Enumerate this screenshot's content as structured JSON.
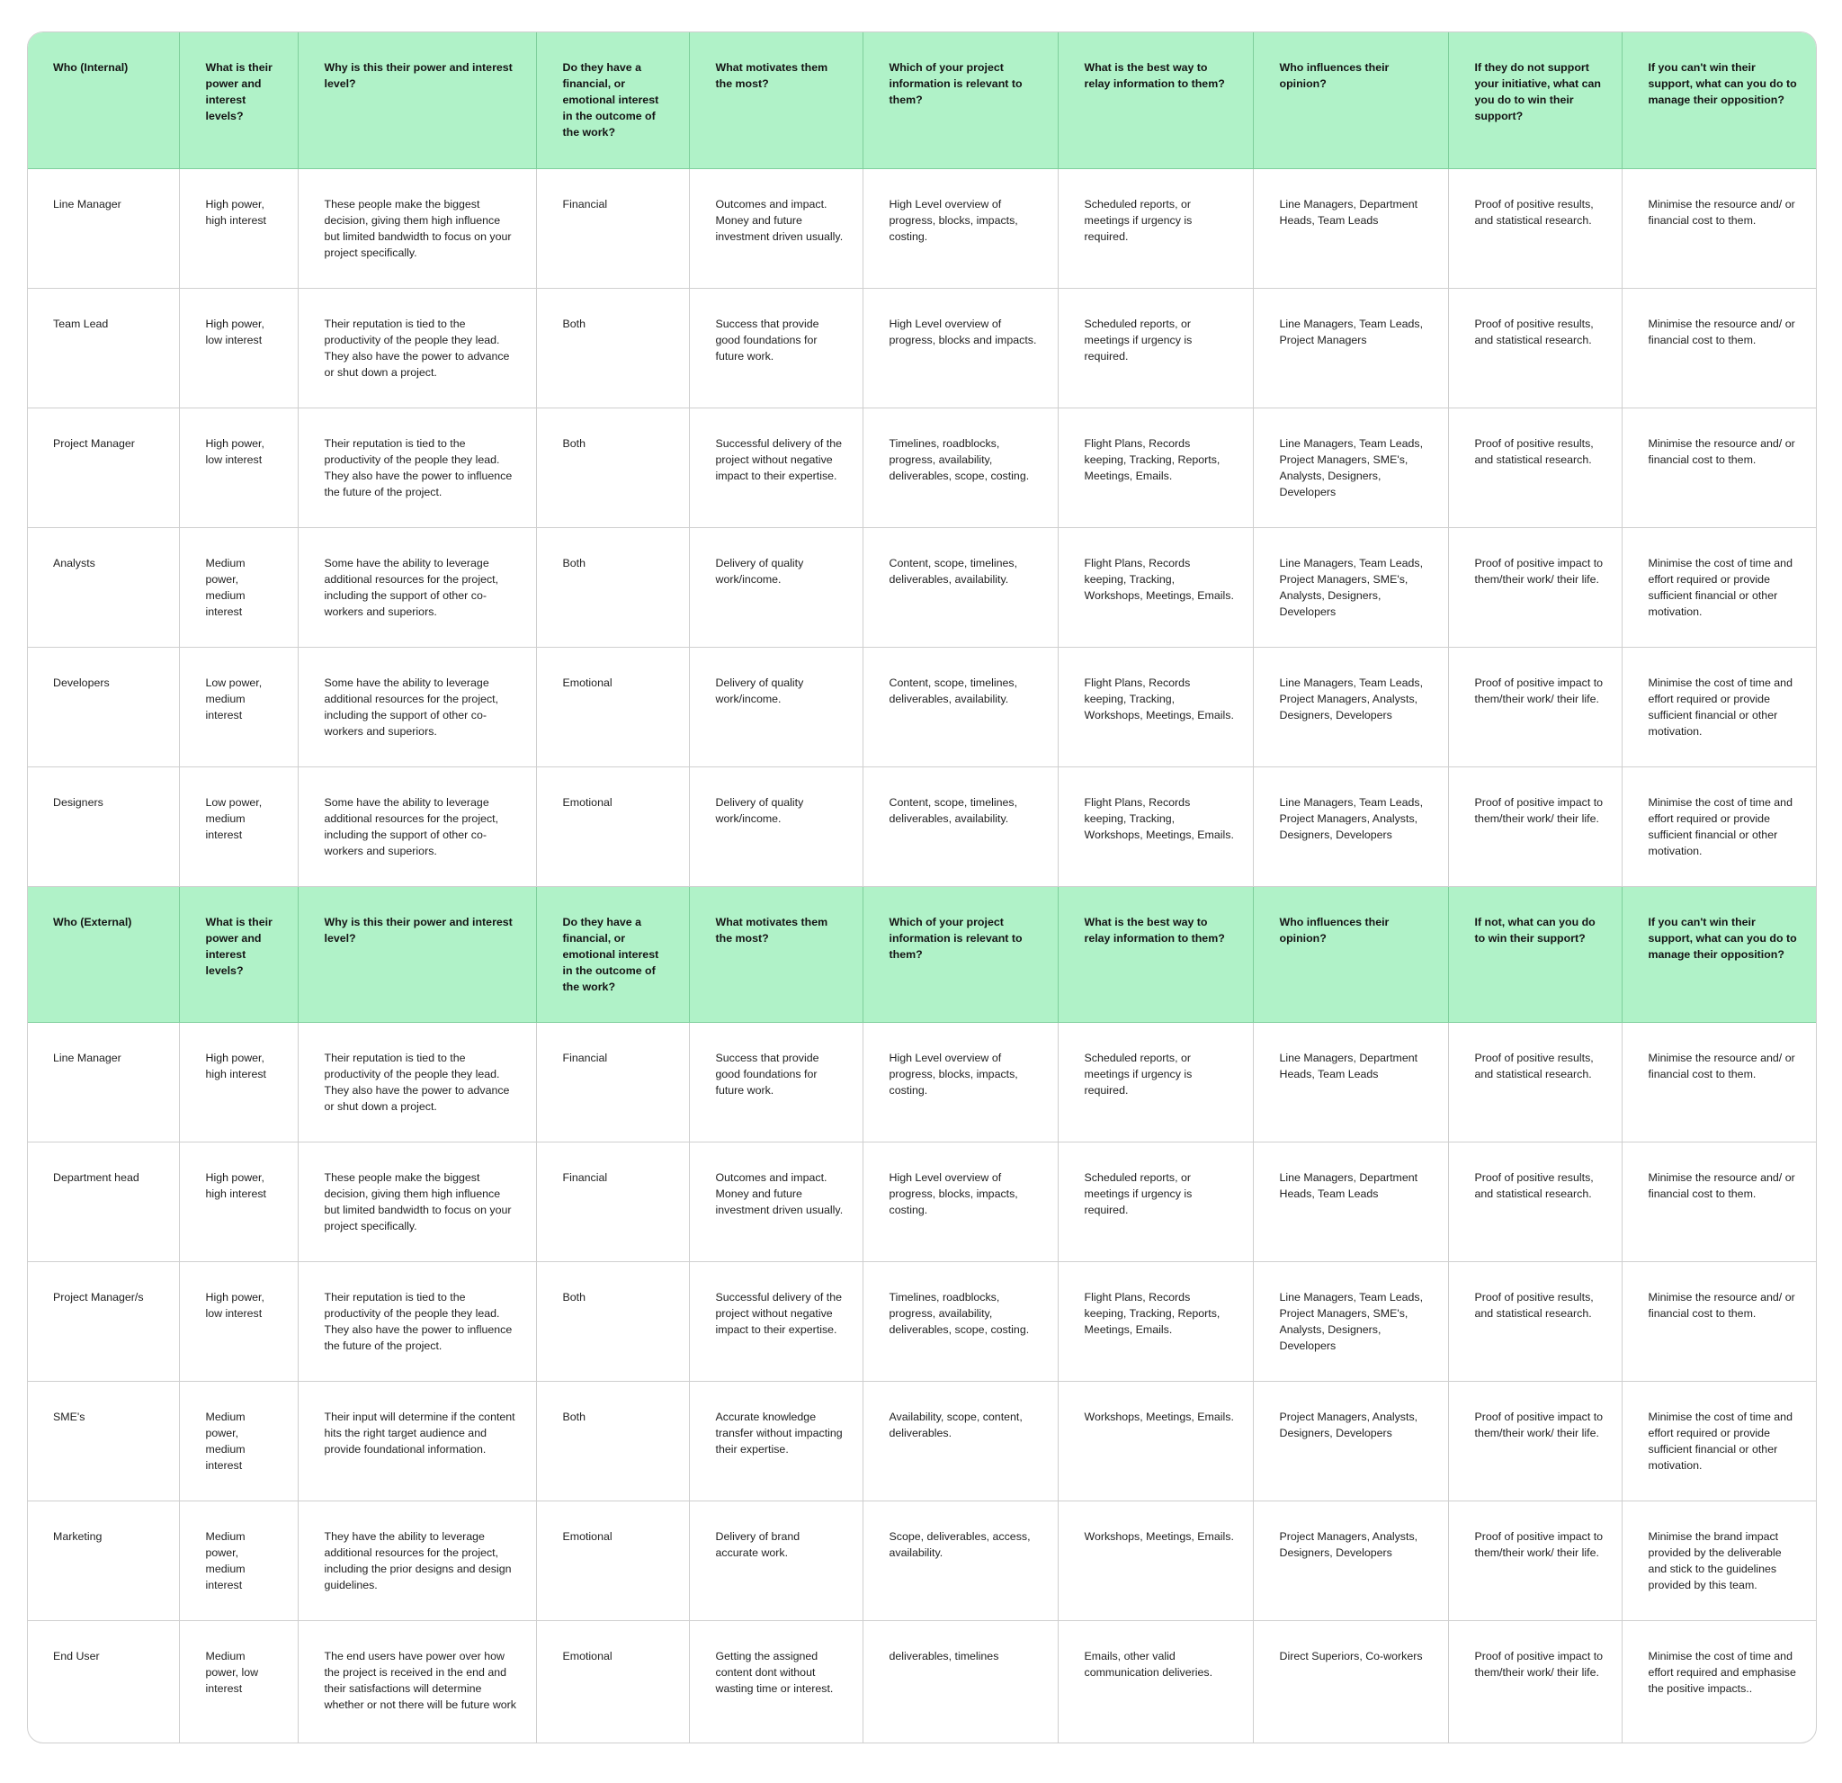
{
  "internal": {
    "headers": [
      "Who (Internal)",
      "What is their power and interest levels?",
      "Why is this their power and  interest level?",
      "Do they have a financial, or emotional interest in the outcome of the work?",
      "What motivates them the most?",
      "Which of your project information is relevant to them?",
      "What is the best way to relay information to them?",
      "Who influences their opinion?",
      "If they do not support your initiative, what can you do to win their support?",
      "If you can't win their support, what can you do to manage their opposition?"
    ],
    "rows": [
      [
        "Line Manager",
        "High power, high interest",
        "These people make the biggest decision, giving them high influence but limited bandwidth to focus on your project specifically.",
        "Financial",
        "Outcomes and impact. Money and future investment driven usually.",
        "High Level overview of progress, blocks, impacts, costing.",
        "Scheduled reports, or meetings if urgency is required.",
        "Line Managers, Department Heads, Team Leads",
        "Proof of positive results, and statistical research.",
        "Minimise the resource and/ or financial cost to them."
      ],
      [
        "Team Lead",
        "High power, low interest",
        "Their reputation is tied to the productivity of the people they lead. They also have the power to advance or shut down a project.",
        "Both",
        "Success that provide good foundations for future work.",
        "High Level overview of progress, blocks and impacts.",
        "Scheduled reports, or meetings if urgency is required.",
        "Line Managers, Team Leads, Project Managers",
        "Proof of positive results, and statistical research.",
        "Minimise the resource and/ or financial cost to them."
      ],
      [
        "Project Manager",
        "High power, low interest",
        "Their reputation is tied to the productivity of the people they lead. They also have the power to influence the future of the project.",
        "Both",
        "Successful delivery of the project without negative impact to their expertise.",
        "Timelines, roadblocks, progress, availability, deliverables, scope, costing.",
        "Flight Plans, Records keeping, Tracking, Reports, Meetings, Emails.",
        "Line Managers, Team Leads, Project Managers, SME's, Analysts, Designers, Developers",
        "Proof of positive results, and statistical research.",
        "Minimise the resource and/ or financial cost to them."
      ],
      [
        "Analysts",
        "Medium power, medium interest",
        "Some have the ability to leverage additional resources for the project, including the support of other co-workers and superiors.",
        "Both",
        "Delivery of quality work/income.",
        "Content, scope, timelines, deliverables, availability.",
        "Flight Plans, Records keeping, Tracking, Workshops, Meetings, Emails.",
        "Line Managers, Team Leads, Project Managers, SME's, Analysts, Designers, Developers",
        "Proof of positive impact to them/their work/ their life.",
        "Minimise the cost of time and effort required or provide sufficient financial or other motivation."
      ],
      [
        "Developers",
        "Low power, medium interest",
        "Some have the ability to leverage additional resources for the project, including the support of other co-workers and superiors.",
        "Emotional",
        "Delivery of quality work/income.",
        "Content, scope, timelines, deliverables, availability.",
        "Flight Plans, Records keeping, Tracking, Workshops, Meetings, Emails.",
        "Line Managers, Team Leads, Project Managers, Analysts, Designers, Developers",
        "Proof of positive impact to them/their work/ their life.",
        "Minimise the cost of time and effort required or provide sufficient financial or other motivation."
      ],
      [
        "Designers",
        "Low power, medium interest",
        "Some have the ability to leverage additional resources for the project, including the support of other co-workers and superiors.",
        "Emotional",
        "Delivery of quality work/income.",
        "Content, scope, timelines, deliverables, availability.",
        "Flight Plans, Records keeping, Tracking, Workshops, Meetings, Emails.",
        "Line Managers, Team Leads, Project Managers, Analysts, Designers, Developers",
        "Proof of positive impact to them/their work/ their life.",
        "Minimise the cost of time and effort required or provide sufficient financial or other motivation."
      ]
    ]
  },
  "external": {
    "headers": [
      "Who (External)",
      "What is their power and interest levels?",
      "Why is this their power and  interest level?",
      "Do they have a financial, or emotional interest in the outcome of the work?",
      "What motivates them the most?",
      "Which of your project information is relevant to them?",
      "What is the best way to relay information to them?",
      "Who influences their opinion?",
      "If not, what can you do to win their support?",
      "If you can't win their support, what can you do to manage their opposition?"
    ],
    "rows": [
      [
        "Line Manager",
        "High power, high interest",
        "Their reputation is tied to the productivity of the people they lead. They also have the power to advance or shut down a project.",
        "Financial",
        "Success that provide good foundations for future work.",
        "High Level overview of progress, blocks, impacts, costing.",
        "Scheduled reports, or meetings if urgency is required.",
        "Line Managers, Department Heads, Team Leads",
        "Proof of positive results, and statistical research.",
        "Minimise the resource and/ or financial cost to them."
      ],
      [
        "Department head",
        "High power, high interest",
        "These people make the biggest decision, giving them high influence but limited bandwidth to focus on your project specifically.",
        "Financial",
        "Outcomes and impact. Money and future investment driven usually.",
        "High Level overview of progress, blocks, impacts, costing.",
        "Scheduled reports, or meetings if urgency is required.",
        "Line Managers, Department Heads, Team Leads",
        "Proof of positive results, and statistical research.",
        "Minimise the resource and/ or financial cost to them."
      ],
      [
        "Project Manager/s",
        "High power, low interest",
        "Their reputation is tied to the productivity of the people they lead. They also have the power to influence the future of the project.",
        "Both",
        "Successful delivery of the project without negative impact to their expertise.",
        "Timelines, roadblocks, progress, availability, deliverables, scope, costing.",
        "Flight Plans, Records keeping, Tracking, Reports, Meetings, Emails.",
        "Line Managers, Team Leads, Project Managers, SME's, Analysts, Designers, Developers",
        "Proof of positive results, and statistical research.",
        "Minimise the resource and/ or financial cost to them."
      ],
      [
        "SME's",
        "Medium power, medium interest",
        "Their input will determine if the content hits the right target audience and provide foundational information.",
        "Both",
        "Accurate knowledge transfer without impacting their expertise.",
        "Availability, scope,  content, deliverables.",
        "Workshops, Meetings, Emails.",
        "Project Managers, Analysts, Designers, Developers",
        "Proof of positive impact to them/their work/ their life.",
        "Minimise the cost of time and effort required or provide sufficient financial or other motivation."
      ],
      [
        "Marketing",
        "Medium power, medium interest",
        "They have the ability to leverage additional resources for the project, including the prior designs and design guidelines.",
        "Emotional",
        "Delivery of brand accurate work.",
        "Scope, deliverables, access, availability.",
        "Workshops, Meetings, Emails.",
        "Project Managers, Analysts, Designers, Developers",
        "Proof of positive impact to them/their work/ their life.",
        "Minimise the brand impact provided by the deliverable and stick to the guidelines provided by this team."
      ],
      [
        "End User",
        "Medium power, low interest",
        "The end users have power over how the project is received in the end and their satisfactions will determine whether or not there will be future work",
        "Emotional",
        "Getting the assigned content dont without wasting time or interest.",
        "deliverables, timelines",
        "Emails, other valid communication deliveries.",
        "Direct Superiors, Co-workers",
        "Proof of positive impact to them/their work/ their life.",
        "Minimise the cost of time and effort required and emphasise the positive impacts.."
      ]
    ]
  },
  "colors": {
    "header_bg": "#b0f2c8",
    "grid_line": "#cfcfcf"
  }
}
